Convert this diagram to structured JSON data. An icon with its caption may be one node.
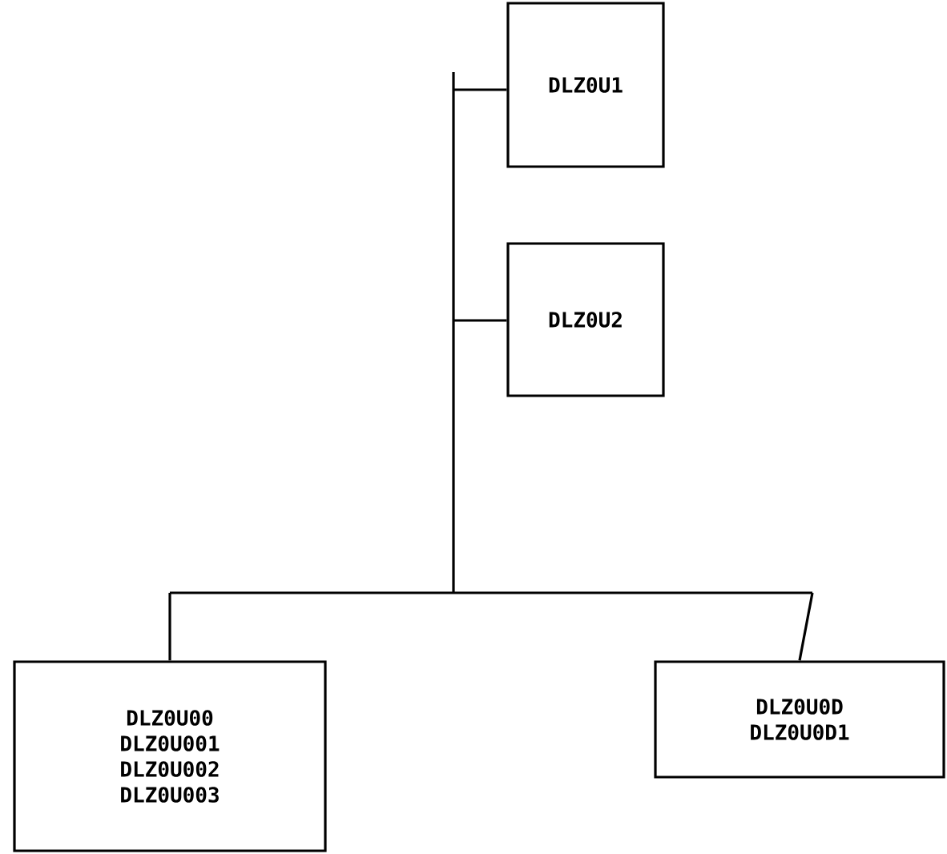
{
  "diagram": {
    "nodes": [
      {
        "text": [
          "DLZ0U1"
        ]
      },
      {
        "text": [
          "DLZ0U2"
        ]
      },
      {
        "text": [
          "DLZ0U00",
          "DLZ0U001",
          "DLZ0U002",
          "DLZ0U003"
        ]
      },
      {
        "text": [
          "DLZ0U0D",
          "DLZ0U0D1"
        ]
      }
    ],
    "edges": [
      {
        "from": null,
        "to": 0,
        "arrow": "none"
      },
      {
        "from": null,
        "to": 1,
        "arrow": "none"
      },
      {
        "from": null,
        "to": 2,
        "arrow": "none"
      },
      {
        "from": null,
        "to": 3,
        "arrow": "none"
      }
    ]
  }
}
